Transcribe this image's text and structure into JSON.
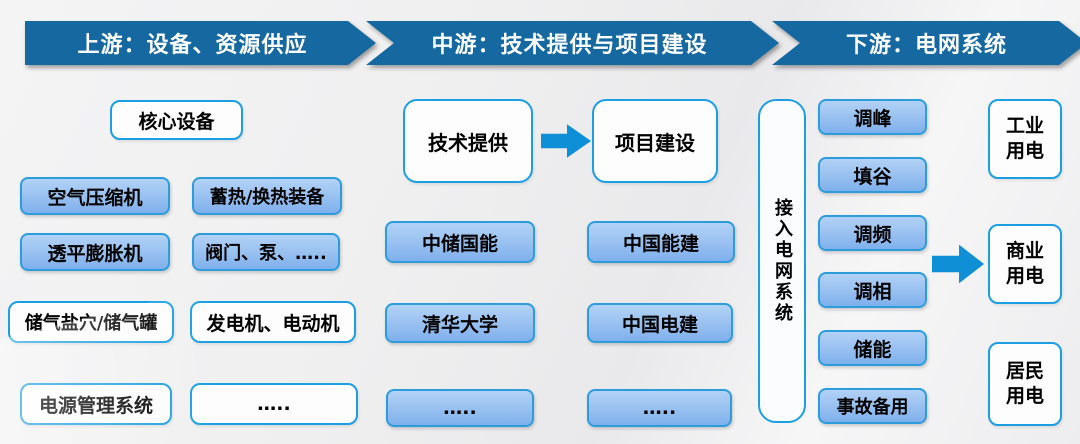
{
  "banners": [
    {
      "label": "上游：设备、资源供应"
    },
    {
      "label": "中游：技术提供与项目建设"
    },
    {
      "label": "下游：电网系统"
    }
  ],
  "upstream": {
    "core": {
      "label": "核心设备"
    },
    "blue_boxes": [
      "空气压缩机",
      "蓄热/换热装备",
      "透平膨胀机",
      "阀门、泵、….."
    ],
    "white_boxes": [
      "储气盐穴/储气罐",
      "发电机、电动机",
      "电源管理系统",
      "….."
    ]
  },
  "midstream": {
    "tech": {
      "label": "技术提供"
    },
    "project": {
      "label": "项目建设"
    },
    "tech_column": [
      "中储国能",
      "清华大学",
      "….."
    ],
    "project_column": [
      "中国能建",
      "中国电建",
      "….."
    ]
  },
  "downstream": {
    "grid_access": {
      "label": "接入电网系统"
    },
    "functions": [
      "调峰",
      "填谷",
      "调频",
      "调相",
      "储能",
      "事故备用"
    ],
    "consumers": [
      "工业用电",
      "商业用电",
      "居民用电"
    ]
  },
  "colors": {
    "banner_blue": "#1569A0",
    "box_border_blue": "#1B9FE2",
    "gradient_box_border": "#2D9CDB",
    "gradient_top": "#B2D2F6",
    "gradient_bottom": "#7FB0EC",
    "arrow_blue": "#0F8FD6",
    "banner_text": "#FFFFFF",
    "box_text": "#000000"
  }
}
